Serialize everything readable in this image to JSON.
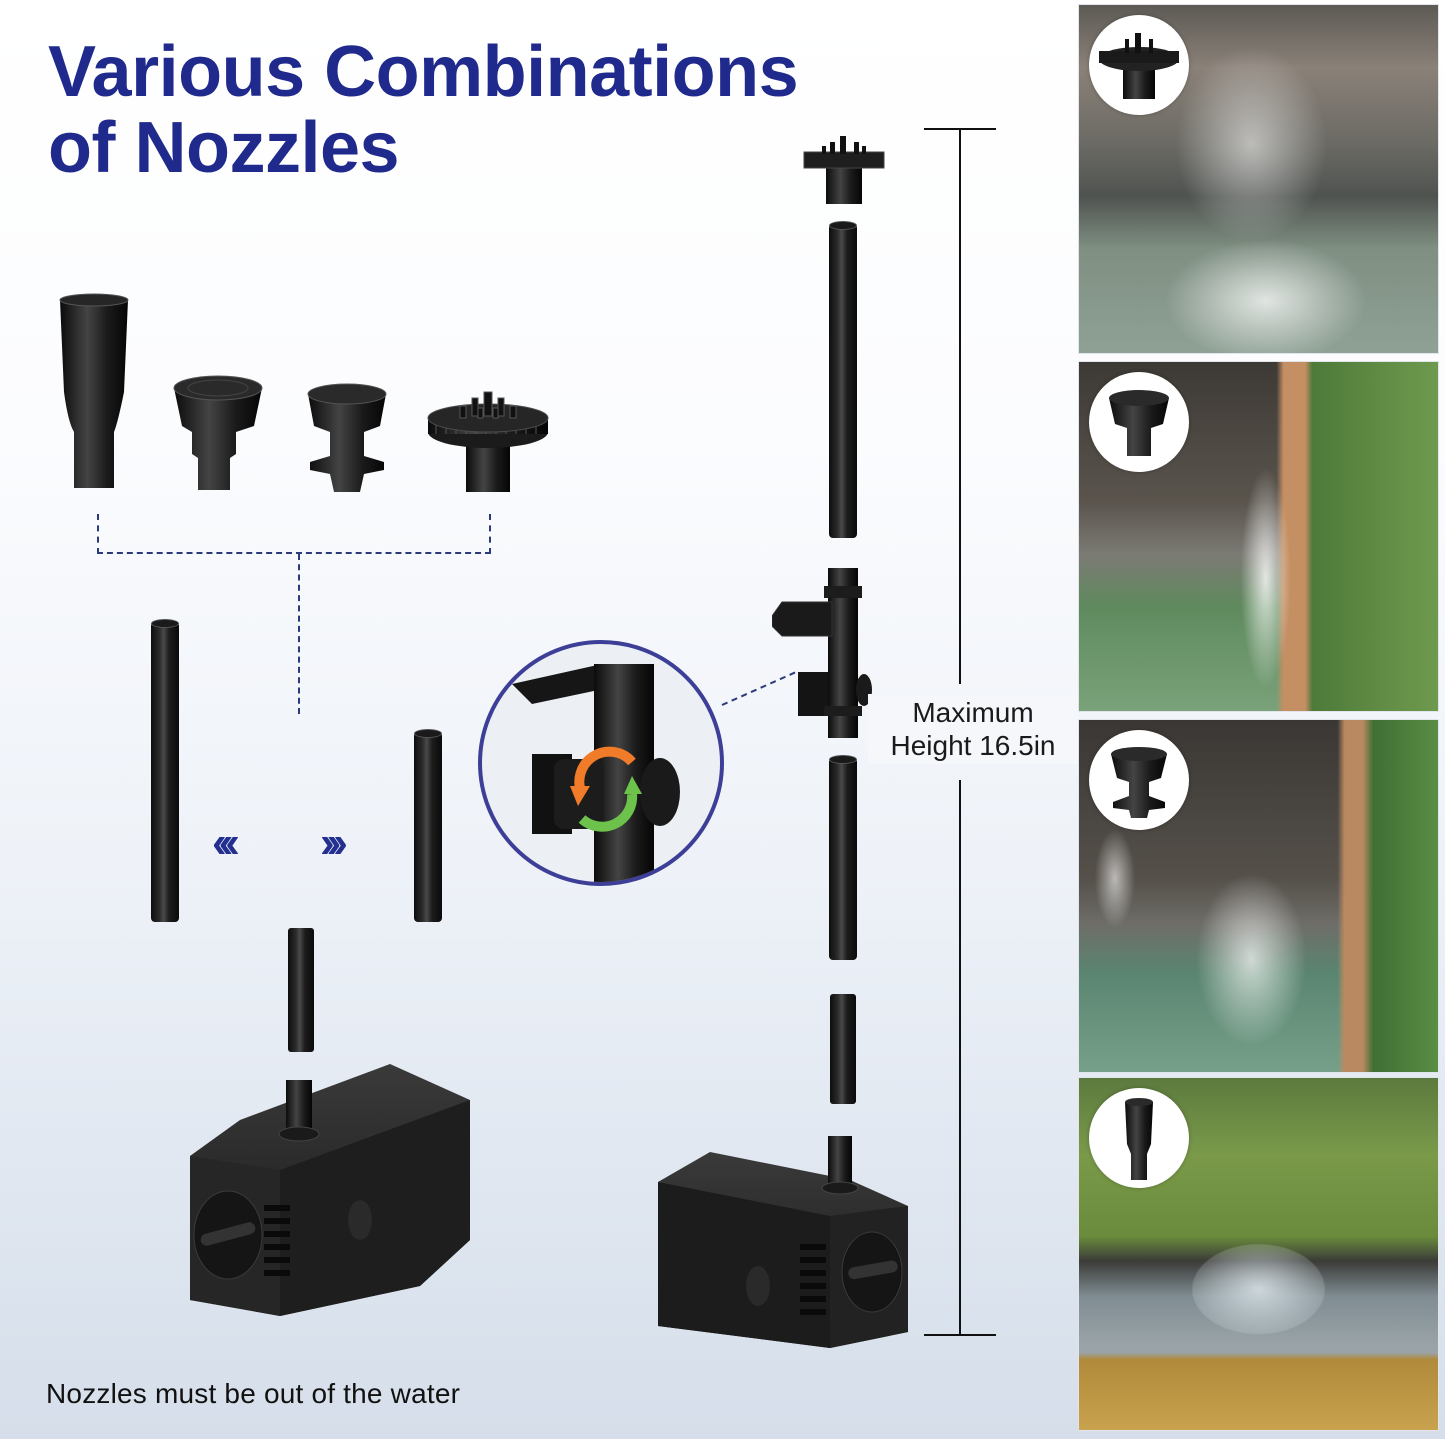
{
  "header": {
    "title_line1": "Various Combinations",
    "title_line2": "of Nozzles"
  },
  "labels": {
    "max_height_line1": "Maximum",
    "max_height_line2": "Height 16.5in",
    "footnote": "Nozzles must be out of the water"
  },
  "nozzles": [
    {
      "name": "straight-jet-nozzle"
    },
    {
      "name": "flat-cap-nozzle"
    },
    {
      "name": "flanged-cap-nozzle"
    },
    {
      "name": "multi-spray-gear-nozzle"
    }
  ],
  "arrows": {
    "left": "‹‹‹",
    "right": "›››"
  },
  "photos": [
    {
      "nozzle": "multi-spray-gear-nozzle",
      "scene": "stone-wall pond with wide spray fountain"
    },
    {
      "nozzle": "flat-cap-nozzle",
      "scene": "stone-wall pond with narrow spray fountain"
    },
    {
      "nozzle": "flanged-cap-nozzle",
      "scene": "waterfall pond with fan spray fountain"
    },
    {
      "nozzle": "straight-jet-nozzle",
      "scene": "garden pond with dome bell fountain"
    }
  ],
  "colors": {
    "title_blue": "#1f2a8c",
    "accent_navy": "#23308f",
    "circle_border": "#3c3e98",
    "rotate_orange": "#f07b28",
    "rotate_green": "#6cc24a"
  }
}
